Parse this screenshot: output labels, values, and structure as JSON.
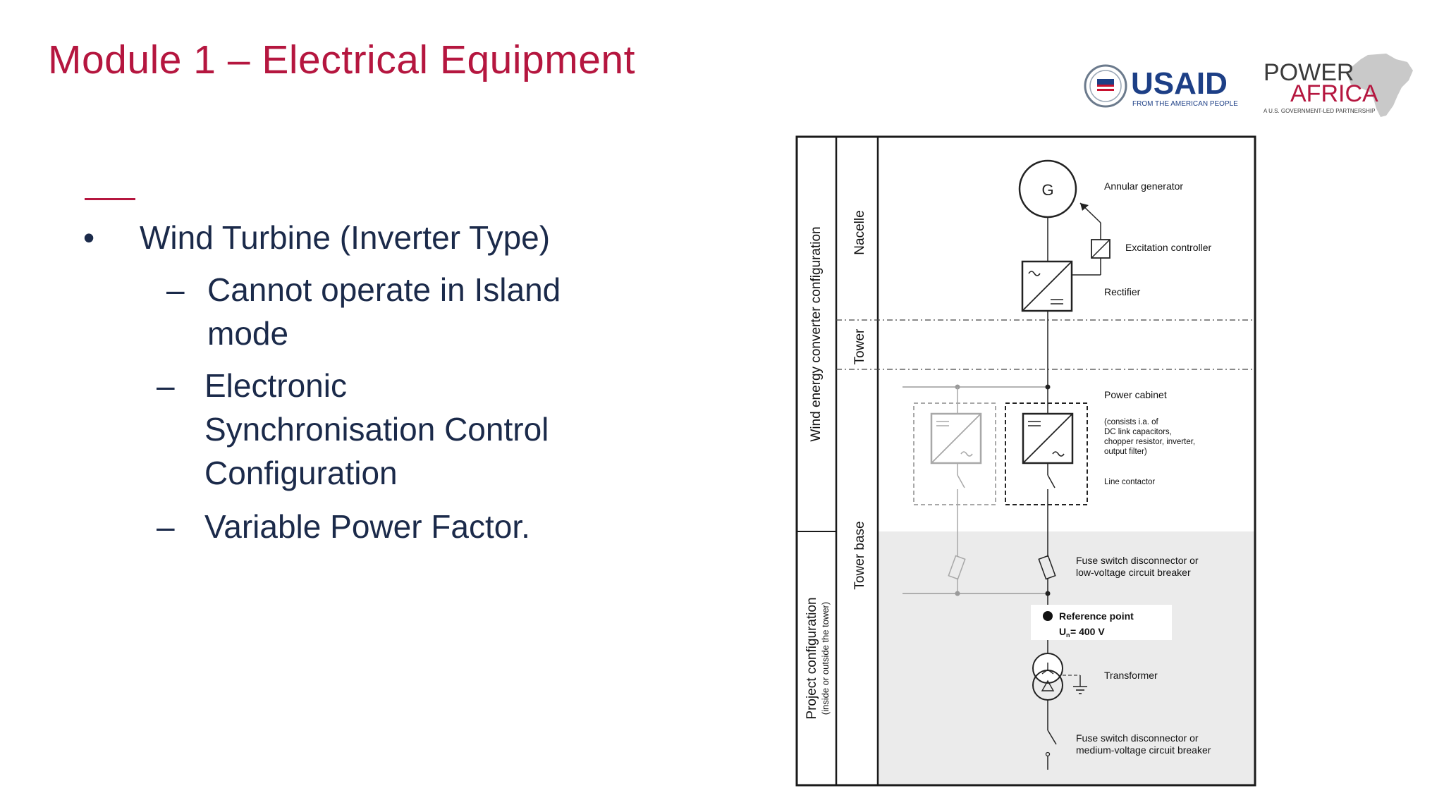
{
  "slide": {
    "title": "Module 1 – Electrical Equipment",
    "accent_color": "#b5163f",
    "text_color": "#1b2a4a"
  },
  "bullets": {
    "marker": "•",
    "dash": "–",
    "main": "Wind Turbine (Inverter Type)",
    "sub1_line1": "Cannot operate in Island",
    "sub1_line2": "mode",
    "sub2_line1": "Electronic",
    "sub2_line2": "Synchronisation Control",
    "sub2_line3": "Configuration",
    "sub3": "Variable Power Factor."
  },
  "logos": {
    "usaid_name": "USAID",
    "usaid_tagline": "FROM THE AMERICAN PEOPLE",
    "power_africa_line1": "POWER",
    "power_africa_line2": "AFRICA",
    "power_africa_tagline": "A U.S. GOVERNMENT-LED PARTNERSHIP"
  },
  "diagram": {
    "col_outer_top": "Wind energy converter configuration",
    "col_outer_bottom_1": "Project configuration",
    "col_outer_bottom_2": "(inside or outside the tower)",
    "zone_nacelle": "Nacelle",
    "zone_tower": "Tower",
    "zone_tower_base": "Tower base",
    "generator_symbol": "G",
    "label_generator": "Annular generator",
    "label_excitation": "Excitation controller",
    "label_rectifier": "Rectifier",
    "label_power_cabinet": "Power cabinet",
    "label_cabinet_note_1": "(consists i.a. of",
    "label_cabinet_note_2": "DC link capacitors,",
    "label_cabinet_note_3": "chopper resistor, inverter,",
    "label_cabinet_note_4": "output filter)",
    "label_line_contactor": "Line contactor",
    "label_fuse_lv_1": "Fuse switch disconnector or",
    "label_fuse_lv_2": "low-voltage circuit breaker",
    "label_reference_1": "Reference point",
    "label_reference_2": "U",
    "label_reference_sub": "n",
    "label_reference_3": " = 400 V",
    "label_transformer": "Transformer",
    "label_fuse_mv_1": "Fuse switch disconnector or",
    "label_fuse_mv_2": "medium-voltage circuit breaker"
  }
}
